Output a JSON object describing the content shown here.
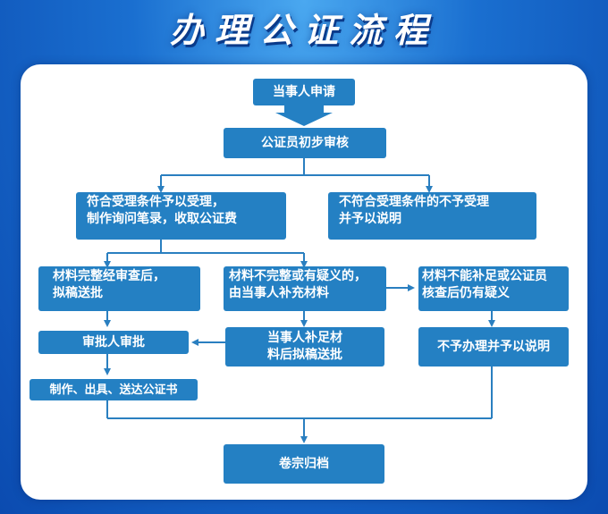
{
  "title": "办理公证流程",
  "colors": {
    "node": "#2480c3",
    "line": "#2a7fc0",
    "panel": "#ffffff",
    "background": "#1a6fd0"
  },
  "nodes": {
    "apply": "当事人申请",
    "initial_review": "公证员初步审核",
    "accept_l1": "符合受理条件予以受理，",
    "accept_l2": "制作询问笔录，收取公证费",
    "reject_l1": "不符合受理条件的不予受理",
    "reject_l2": "并予以说明",
    "complete_l1": "材料完整经审查后，",
    "complete_l2": "拟稿送批",
    "incomplete_l1": "材料不完整或有疑义的，",
    "incomplete_l2": "由当事人补充材料",
    "cannot_l1": "材料不能补足或公证员",
    "cannot_l2": "核查后仍有疑义",
    "approver": "审批人审批",
    "supplement_l1": "当事人补足材",
    "supplement_l2": "料后拟稿送批",
    "refuse": "不予办理并予以说明",
    "issue": "制作、出具、送达公证书",
    "archive": "卷宗归档"
  }
}
